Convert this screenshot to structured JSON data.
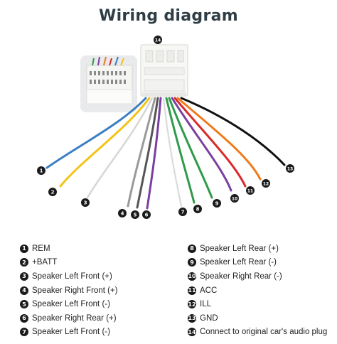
{
  "title": "Wiring diagram",
  "wires": [
    {
      "number": "1",
      "label": "REM",
      "color": "#3a7fc4"
    },
    {
      "number": "2",
      "label": "+BATT",
      "color": "#f2c418"
    },
    {
      "number": "3",
      "label": "Speaker Left Front (+)",
      "color": "#eeeeee"
    },
    {
      "number": "4",
      "label": "Speaker Right Front (+)",
      "color": "#9a9a9a"
    },
    {
      "number": "5",
      "label": "Speaker Left Front (-)",
      "color": "#6a6a6a"
    },
    {
      "number": "6",
      "label": "Speaker Right Rear (+)",
      "color": "#7a3fa0"
    },
    {
      "number": "7",
      "label": "Speaker Left Front (-)",
      "color": "#f2f2f2"
    },
    {
      "number": "8",
      "label": "Speaker Left Rear (+)",
      "color": "#2f9a4a"
    },
    {
      "number": "9",
      "label": "Speaker Left Rear (-)",
      "color": "#2f9a4a"
    },
    {
      "number": "10",
      "label": "Speaker Right Rear (-)",
      "color": "#7a3fa0"
    },
    {
      "number": "11",
      "label": "ACC",
      "color": "#d92a2a"
    },
    {
      "number": "12",
      "label": "ILL",
      "color": "#f07a1a"
    },
    {
      "number": "13",
      "label": "GND",
      "color": "#111111"
    },
    {
      "number": "14",
      "label": "Connect to original car's audio plug",
      "color": "#ffffff"
    }
  ]
}
